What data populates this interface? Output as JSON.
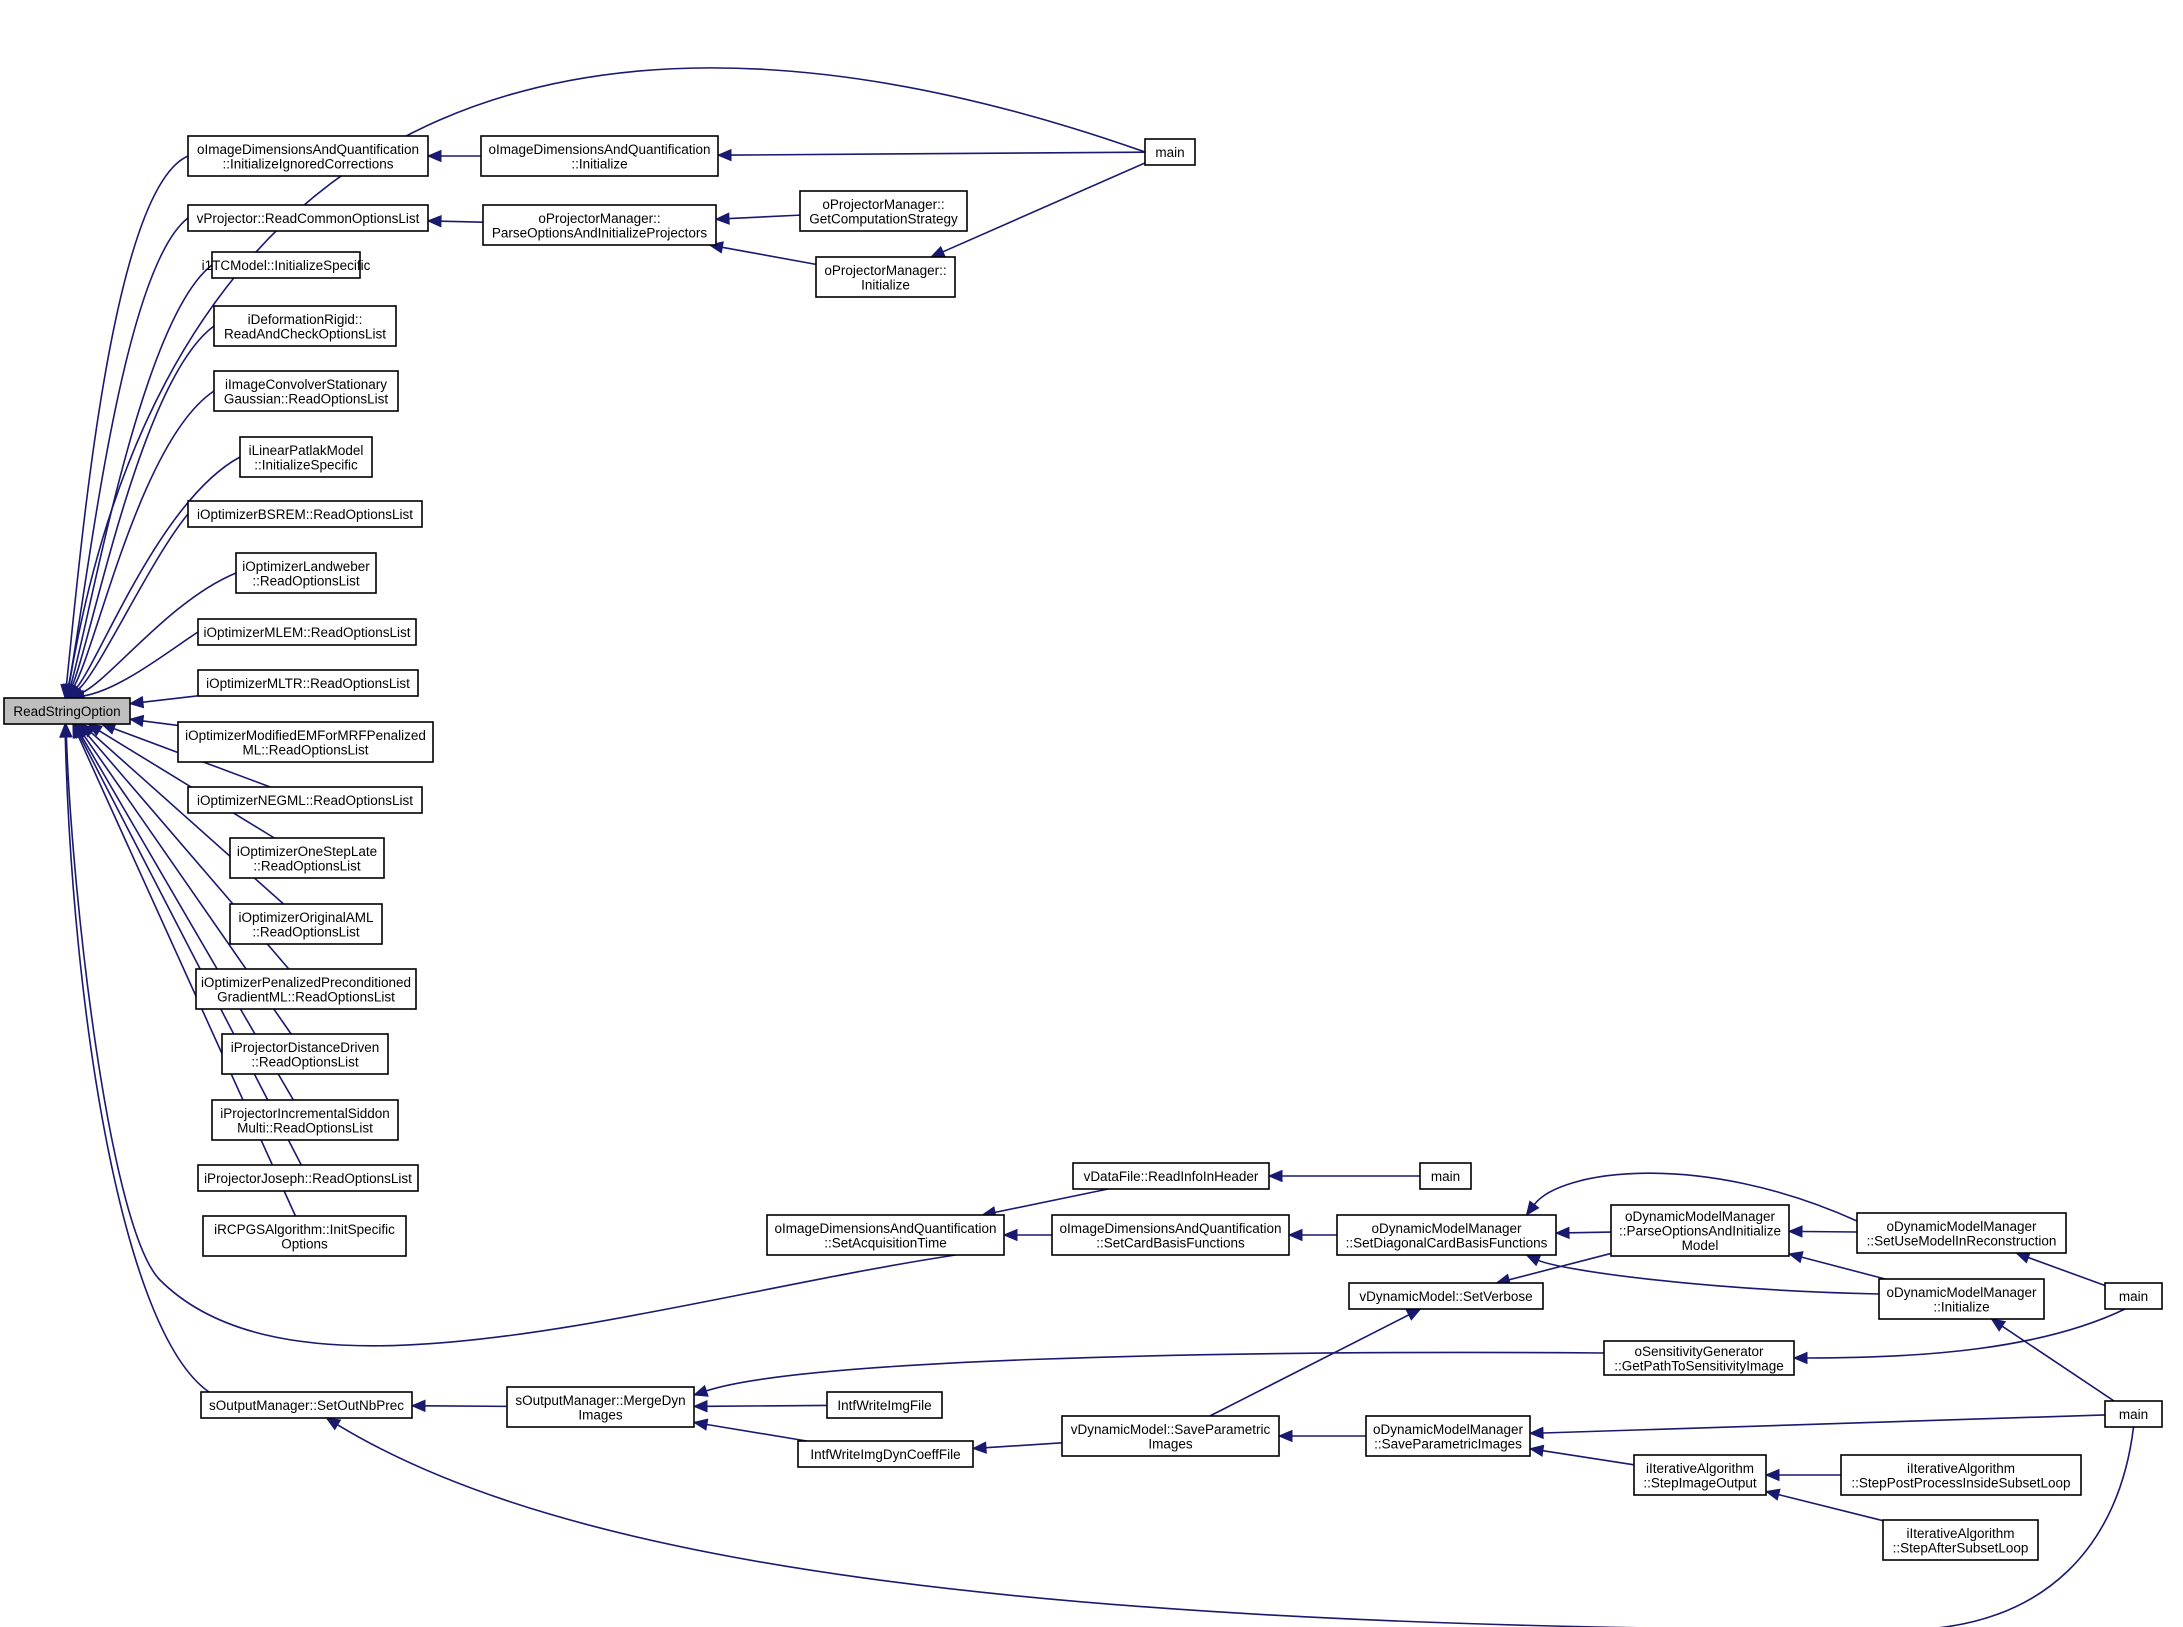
{
  "graph": {
    "title": "",
    "colors": {
      "edge": "#191970",
      "node_border": "#000000",
      "root_fill": "#bfbfbf",
      "node_fill": "#ffffff"
    },
    "nodes": [
      {
        "id": "root",
        "lines": [
          "ReadStringOption"
        ],
        "root": true
      },
      {
        "id": "a1",
        "lines": [
          "oImageDimensionsAndQuantification",
          "::InitializeIgnoredCorrections"
        ]
      },
      {
        "id": "a2",
        "lines": [
          "vProjector::ReadCommonOptionsList"
        ]
      },
      {
        "id": "a3",
        "lines": [
          "i1TCModel::InitializeSpecific"
        ]
      },
      {
        "id": "a4",
        "lines": [
          "iDeformationRigid::",
          "ReadAndCheckOptionsList"
        ]
      },
      {
        "id": "a5",
        "lines": [
          "iImageConvolverStationary",
          "Gaussian::ReadOptionsList"
        ]
      },
      {
        "id": "a6",
        "lines": [
          "iLinearPatlakModel",
          "::InitializeSpecific"
        ]
      },
      {
        "id": "a7",
        "lines": [
          "iOptimizerBSREM::ReadOptionsList"
        ]
      },
      {
        "id": "a8",
        "lines": [
          "iOptimizerLandweber",
          "::ReadOptionsList"
        ]
      },
      {
        "id": "a9",
        "lines": [
          "iOptimizerMLEM::ReadOptionsList"
        ]
      },
      {
        "id": "a10",
        "lines": [
          "iOptimizerMLTR::ReadOptionsList"
        ]
      },
      {
        "id": "a11",
        "lines": [
          "iOptimizerModifiedEMForMRFPenalized",
          "ML::ReadOptionsList"
        ]
      },
      {
        "id": "a12",
        "lines": [
          "iOptimizerNEGML::ReadOptionsList"
        ]
      },
      {
        "id": "a13",
        "lines": [
          "iOptimizerOneStepLate",
          "::ReadOptionsList"
        ]
      },
      {
        "id": "a14",
        "lines": [
          "iOptimizerOriginalAML",
          "::ReadOptionsList"
        ]
      },
      {
        "id": "a15",
        "lines": [
          "iOptimizerPenalizedPreconditioned",
          "GradientML::ReadOptionsList"
        ]
      },
      {
        "id": "a16",
        "lines": [
          "iProjectorDistanceDriven",
          "::ReadOptionsList"
        ]
      },
      {
        "id": "a17",
        "lines": [
          "iProjectorIncrementalSiddon",
          "Multi::ReadOptionsList"
        ]
      },
      {
        "id": "a18",
        "lines": [
          "iProjectorJoseph::ReadOptionsList"
        ]
      },
      {
        "id": "a19",
        "lines": [
          "iRCPGSAlgorithm::InitSpecific",
          "Options"
        ]
      },
      {
        "id": "a20",
        "lines": [
          "sOutputManager::SetOutNbPrec"
        ]
      },
      {
        "id": "b1",
        "lines": [
          "oImageDimensionsAndQuantification",
          "::Initialize"
        ]
      },
      {
        "id": "b2",
        "lines": [
          "oProjectorManager::",
          "ParseOptionsAndInitializeProjectors"
        ]
      },
      {
        "id": "b3",
        "lines": [
          "oImageDimensionsAndQuantification",
          "::SetAcquisitionTime"
        ]
      },
      {
        "id": "b4",
        "lines": [
          "sOutputManager::MergeDyn",
          "Images"
        ]
      },
      {
        "id": "c1",
        "lines": [
          "oProjectorManager::",
          "GetComputationStrategy"
        ]
      },
      {
        "id": "c2",
        "lines": [
          "oProjectorManager::",
          "Initialize"
        ]
      },
      {
        "id": "c3",
        "lines": [
          "vDataFile::ReadInfoInHeader"
        ]
      },
      {
        "id": "c4",
        "lines": [
          "oImageDimensionsAndQuantification",
          "::SetCardBasisFunctions"
        ]
      },
      {
        "id": "c5",
        "lines": [
          "IntfWriteImgFile"
        ]
      },
      {
        "id": "c6",
        "lines": [
          "IntfWriteImgDynCoeffFile"
        ]
      },
      {
        "id": "d1",
        "lines": [
          "main"
        ]
      },
      {
        "id": "d2",
        "lines": [
          "main"
        ]
      },
      {
        "id": "d3",
        "lines": [
          "oDynamicModelManager",
          "::SetDiagonalCardBasisFunctions"
        ]
      },
      {
        "id": "d4",
        "lines": [
          "vDynamicModel::SetVerbose"
        ]
      },
      {
        "id": "d5",
        "lines": [
          "vDynamicModel::SaveParametric",
          "Images"
        ]
      },
      {
        "id": "e1",
        "lines": [
          "oDynamicModelManager",
          "::ParseOptionsAndInitialize",
          "Model"
        ]
      },
      {
        "id": "e2",
        "lines": [
          "oSensitivityGenerator",
          "::GetPathToSensitivityImage"
        ]
      },
      {
        "id": "e3",
        "lines": [
          "oDynamicModelManager",
          "::SaveParametricImages"
        ]
      },
      {
        "id": "e4",
        "lines": [
          "iIterativeAlgorithm",
          "::StepImageOutput"
        ]
      },
      {
        "id": "f1",
        "lines": [
          "oDynamicModelManager",
          "::SetUseModelInReconstruction"
        ]
      },
      {
        "id": "f2",
        "lines": [
          "oDynamicModelManager",
          "::Initialize"
        ]
      },
      {
        "id": "f3",
        "lines": [
          "iIterativeAlgorithm",
          "::StepPostProcessInsideSubsetLoop"
        ]
      },
      {
        "id": "f4",
        "lines": [
          "iIterativeAlgorithm",
          "::StepAfterSubsetLoop"
        ]
      },
      {
        "id": "g1",
        "lines": [
          "main"
        ]
      },
      {
        "id": "g2",
        "lines": [
          "main"
        ]
      }
    ],
    "edges": [
      {
        "from": "d1",
        "to": "root"
      },
      {
        "from": "a1",
        "to": "root"
      },
      {
        "from": "a2",
        "to": "root"
      },
      {
        "from": "a3",
        "to": "root"
      },
      {
        "from": "a4",
        "to": "root"
      },
      {
        "from": "a5",
        "to": "root"
      },
      {
        "from": "a6",
        "to": "root"
      },
      {
        "from": "a7",
        "to": "root"
      },
      {
        "from": "a8",
        "to": "root"
      },
      {
        "from": "a9",
        "to": "root"
      },
      {
        "from": "a10",
        "to": "root"
      },
      {
        "from": "a11",
        "to": "root"
      },
      {
        "from": "a12",
        "to": "root"
      },
      {
        "from": "a13",
        "to": "root"
      },
      {
        "from": "a14",
        "to": "root"
      },
      {
        "from": "a15",
        "to": "root"
      },
      {
        "from": "a16",
        "to": "root"
      },
      {
        "from": "a17",
        "to": "root"
      },
      {
        "from": "a18",
        "to": "root"
      },
      {
        "from": "a19",
        "to": "root"
      },
      {
        "from": "b3",
        "to": "root"
      },
      {
        "from": "a20",
        "to": "root"
      },
      {
        "from": "b1",
        "to": "a1"
      },
      {
        "from": "d1",
        "to": "b1"
      },
      {
        "from": "b2",
        "to": "a2"
      },
      {
        "from": "c1",
        "to": "b2"
      },
      {
        "from": "c2",
        "to": "b2"
      },
      {
        "from": "d1",
        "to": "c2"
      },
      {
        "from": "c3",
        "to": "b3"
      },
      {
        "from": "d2",
        "to": "c3"
      },
      {
        "from": "c4",
        "to": "b3"
      },
      {
        "from": "d3",
        "to": "c4"
      },
      {
        "from": "e1",
        "to": "d3"
      },
      {
        "from": "f1",
        "to": "d3"
      },
      {
        "from": "f2",
        "to": "d3"
      },
      {
        "from": "f1",
        "to": "e1"
      },
      {
        "from": "f2",
        "to": "e1"
      },
      {
        "from": "e1",
        "to": "d4"
      },
      {
        "from": "d5",
        "to": "d4"
      },
      {
        "from": "g1",
        "to": "f1"
      },
      {
        "from": "g2",
        "to": "f2"
      },
      {
        "from": "g1",
        "to": "e2"
      },
      {
        "from": "b4",
        "to": "a20"
      },
      {
        "from": "g2",
        "to": "a20"
      },
      {
        "from": "e2",
        "to": "b4"
      },
      {
        "from": "c5",
        "to": "b4"
      },
      {
        "from": "c6",
        "to": "b4"
      },
      {
        "from": "d5",
        "to": "c6"
      },
      {
        "from": "e3",
        "to": "d5"
      },
      {
        "from": "g2",
        "to": "e3"
      },
      {
        "from": "e4",
        "to": "e3"
      },
      {
        "from": "f3",
        "to": "e4"
      },
      {
        "from": "f4",
        "to": "e4"
      }
    ]
  }
}
